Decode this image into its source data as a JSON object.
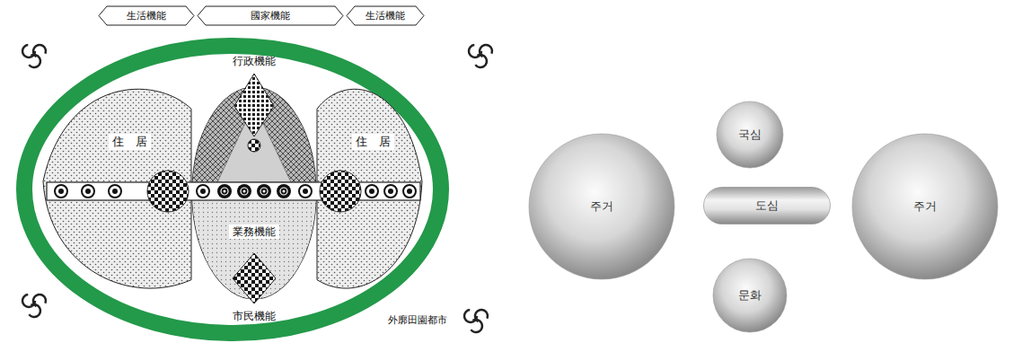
{
  "diagram": {
    "nodes": [
      {
        "text": [
          "生活機能"
        ]
      },
      {
        "text": [
          "國家機能"
        ]
      },
      {
        "text": [
          "生活機能"
        ]
      },
      {
        "text": [
          "住　居"
        ]
      },
      {
        "text": [
          "行政機能",
          "業務機能",
          "市民機能"
        ]
      },
      {
        "text": [
          "住　居"
        ]
      },
      {
        "text": [
          "주거"
        ]
      },
      {
        "text": [
          "국심"
        ]
      },
      {
        "text": [
          "도심"
        ]
      },
      {
        "text": [
          "문화"
        ]
      },
      {
        "text": [
          "주거"
        ]
      }
    ],
    "labels": [
      "外廓田園都市"
    ]
  }
}
